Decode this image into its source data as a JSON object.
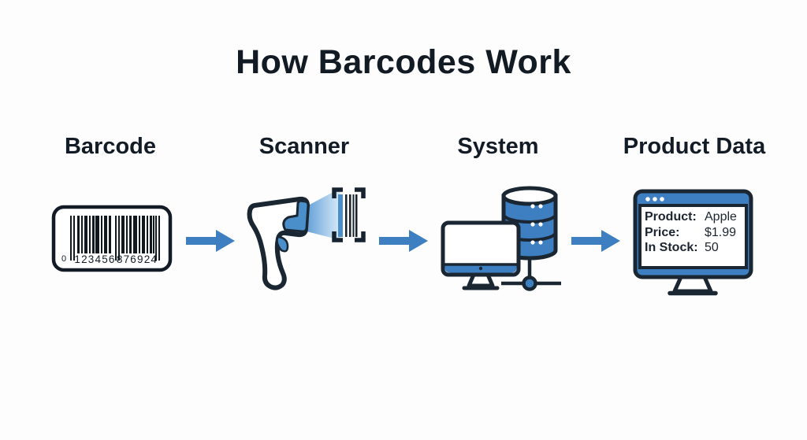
{
  "title": "How Barcodes Work",
  "stages": [
    {
      "id": "barcode",
      "label": "Barcode"
    },
    {
      "id": "scanner",
      "label": "Scanner"
    },
    {
      "id": "system",
      "label": "System"
    },
    {
      "id": "product-data",
      "label": "Product Data"
    }
  ],
  "barcode": {
    "digit_prefix": "0",
    "digits_group_1": "123456",
    "digits_group_2": "876924",
    "full_number": "0 123456 876924"
  },
  "product_screen": {
    "rows": [
      {
        "label": "Product:",
        "value": "Apple"
      },
      {
        "label": "Price:",
        "value": "$1.99"
      },
      {
        "label": "In Stock:",
        "value": "50"
      }
    ]
  },
  "icons": {
    "stage_1": "barcode-label-icon",
    "stage_2": "barcode-scanner-icon",
    "stage_3": "computer-with-database-icon",
    "stage_4": "monitor-product-data-icon",
    "connector": "flow-arrow-icon"
  },
  "colors": {
    "accent_blue": "#3d7fc1",
    "outline_dark": "#1a2632",
    "text_dark": "#121a23",
    "beam_light_blue": "#cfe4f6",
    "surface_white": "#ffffff",
    "background": "#fdfdfd"
  }
}
